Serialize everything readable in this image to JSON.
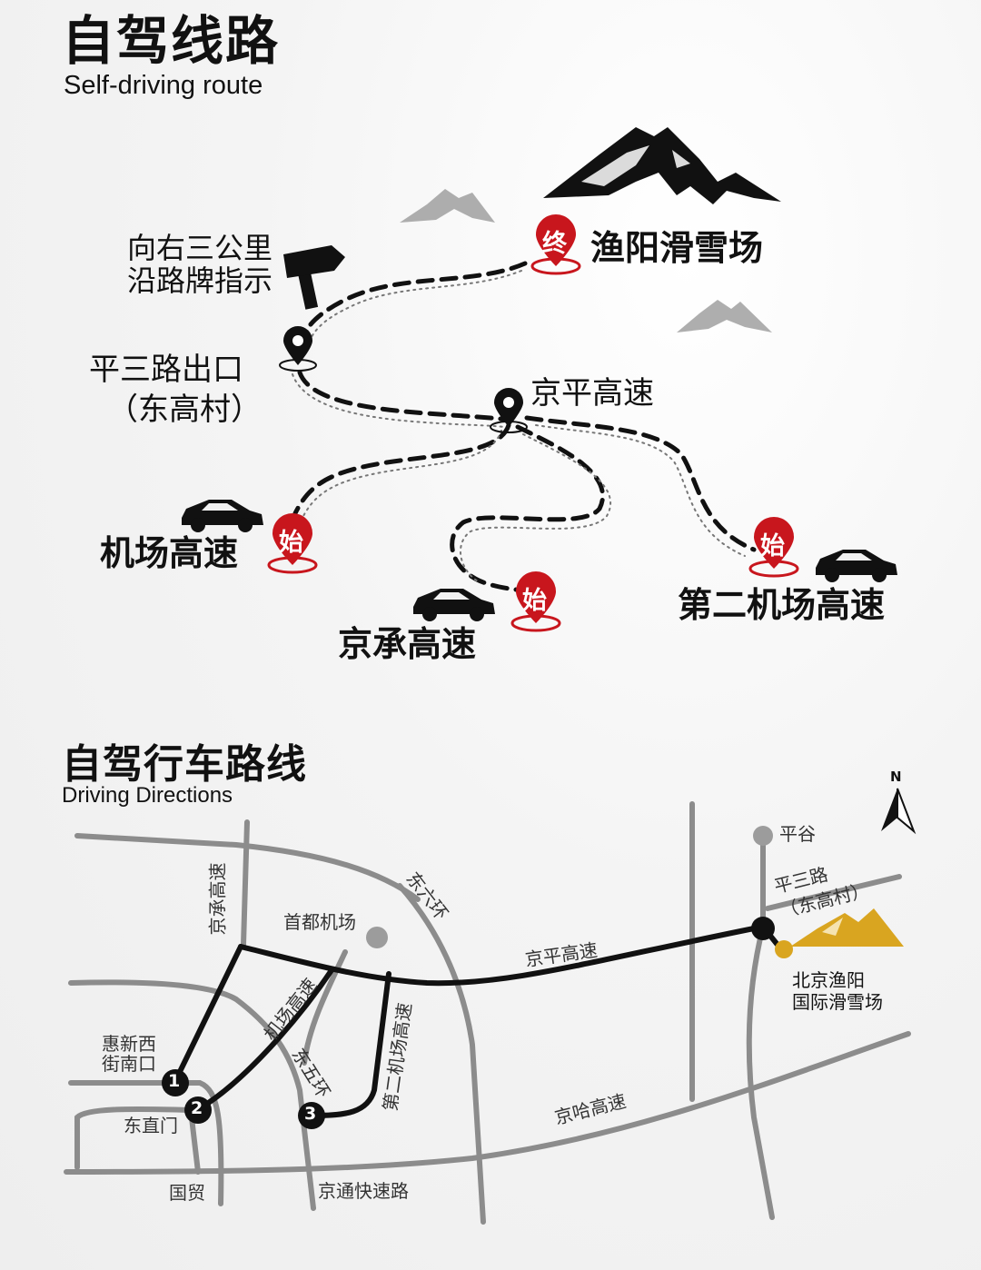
{
  "section1": {
    "title": "自驾线路",
    "subtitle": "Self-driving route",
    "signpost_note": [
      "向右三公里",
      "沿路牌指示"
    ],
    "waypoints": {
      "exit_name": "平三路出口",
      "exit_sub": "（东高村）",
      "junction": "京平高速"
    },
    "destination": {
      "badge": "终",
      "name": "渔阳滑雪场"
    },
    "starts": [
      {
        "badge": "始",
        "name": "机场高速"
      },
      {
        "badge": "始",
        "name": "京承高速"
      },
      {
        "badge": "始",
        "name": "第二机场高速"
      }
    ]
  },
  "section2": {
    "title": "自驾行车路线",
    "subtitle": "Driving Directions",
    "north": "N",
    "roads": {
      "jingcheng": "京承高速",
      "dongliuhuan": "东六环",
      "airport_road": "机场高速",
      "dongwuhuan": "东五环",
      "second_airport": "第二机场高速",
      "jingping": "京平高速",
      "jingha": "京哈高速",
      "jingtong": "京通快速路",
      "pingsan": [
        "平三路",
        "（东高村）"
      ]
    },
    "places": {
      "airport": "首都机场",
      "pinggu": "平谷",
      "huixinxi": [
        "惠新西",
        "街南口"
      ],
      "dongzhimen": "东直门",
      "guomao": "国贸",
      "resort": [
        "北京渔阳",
        "国际滑雪场"
      ]
    },
    "markers": [
      "1",
      "2",
      "3"
    ]
  },
  "colors": {
    "accent_red": "#c8161d",
    "gold": "#d9a520",
    "road_gray": "#8c8c8c",
    "route_black": "#111111"
  }
}
